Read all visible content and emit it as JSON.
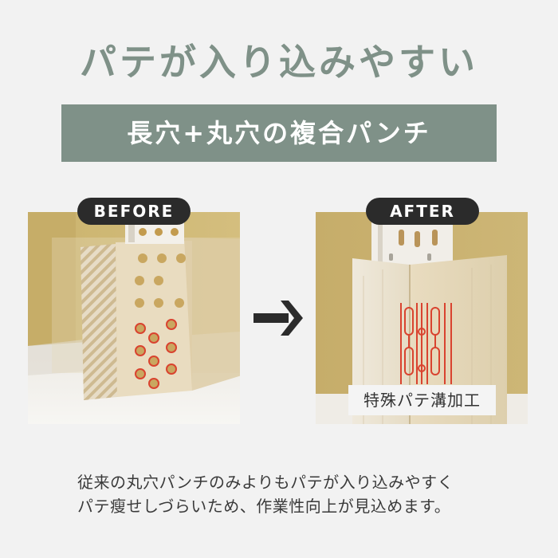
{
  "headline": "パテが入り込みやすい",
  "banner": "長穴+丸穴の複合パンチ",
  "before": {
    "tag": "BEFORE"
  },
  "after": {
    "tag": "AFTER",
    "caption": "特殊パテ溝加工"
  },
  "description": {
    "line1": "従来の丸穴パンチのみよりもパテが入り込みやすく",
    "line2": "パテ瘦せしづらいため、作業性向上が見込めます。"
  },
  "icons": {
    "transition": "arrow-right-icon"
  },
  "colors": {
    "accent": "#7f9188",
    "tag_background": "#2b2b2b",
    "highlight": "#d9432f",
    "background": "#f2f2f2"
  }
}
